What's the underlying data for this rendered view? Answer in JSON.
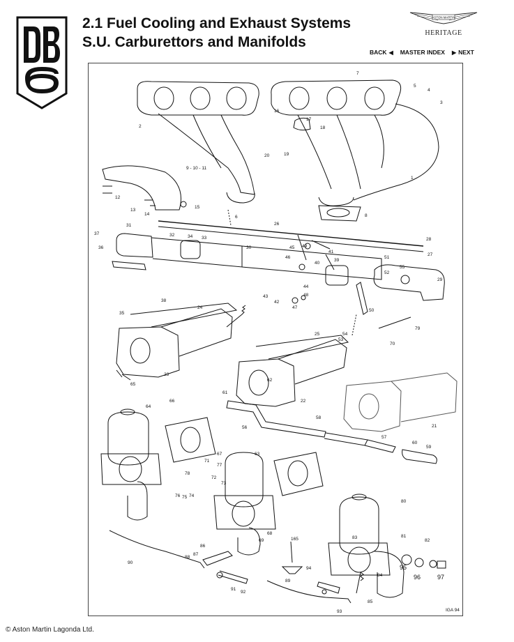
{
  "header": {
    "logo_text": "DB6",
    "title_line1": "2.1 Fuel Cooling and Exhaust Systems",
    "title_line2": "S.U. Carburettors and Manifolds",
    "brand_wordmark": "ASTON MARTIN",
    "brand_label": "HERITAGE"
  },
  "nav": {
    "back_label": "BACK",
    "index_label": "MASTER INDEX",
    "next_label": "NEXT",
    "back_icon": "arrow-left-icon",
    "next_icon": "arrow-right-icon"
  },
  "diagram": {
    "reference": "IGA 94",
    "part_labels": [
      "1",
      "2",
      "3",
      "4",
      "5",
      "6",
      "7",
      "8",
      "9 - 10 - 11",
      "12",
      "13",
      "14",
      "15",
      "16",
      "17",
      "18",
      "19",
      "20",
      "21",
      "22",
      "23",
      "24",
      "25",
      "26",
      "27",
      "28",
      "29",
      "30",
      "31",
      "32",
      "33",
      "34",
      "35",
      "36",
      "37",
      "38",
      "39",
      "40",
      "41",
      "42",
      "43",
      "44",
      "45",
      "46",
      "47",
      "48",
      "49",
      "50",
      "51",
      "52",
      "53",
      "54",
      "55",
      "56",
      "57",
      "58",
      "59",
      "60",
      "61",
      "62",
      "63",
      "64",
      "65",
      "66",
      "67",
      "68",
      "69",
      "70",
      "71",
      "72",
      "73",
      "74",
      "75",
      "76",
      "77",
      "78",
      "79",
      "80",
      "81",
      "82",
      "83",
      "84",
      "85",
      "86",
      "87",
      "88",
      "89",
      "90",
      "91",
      "92",
      "93",
      "94",
      "95",
      "96",
      "97",
      "165"
    ]
  },
  "footer": {
    "copyright": "© Aston Martin Lagonda Ltd."
  }
}
